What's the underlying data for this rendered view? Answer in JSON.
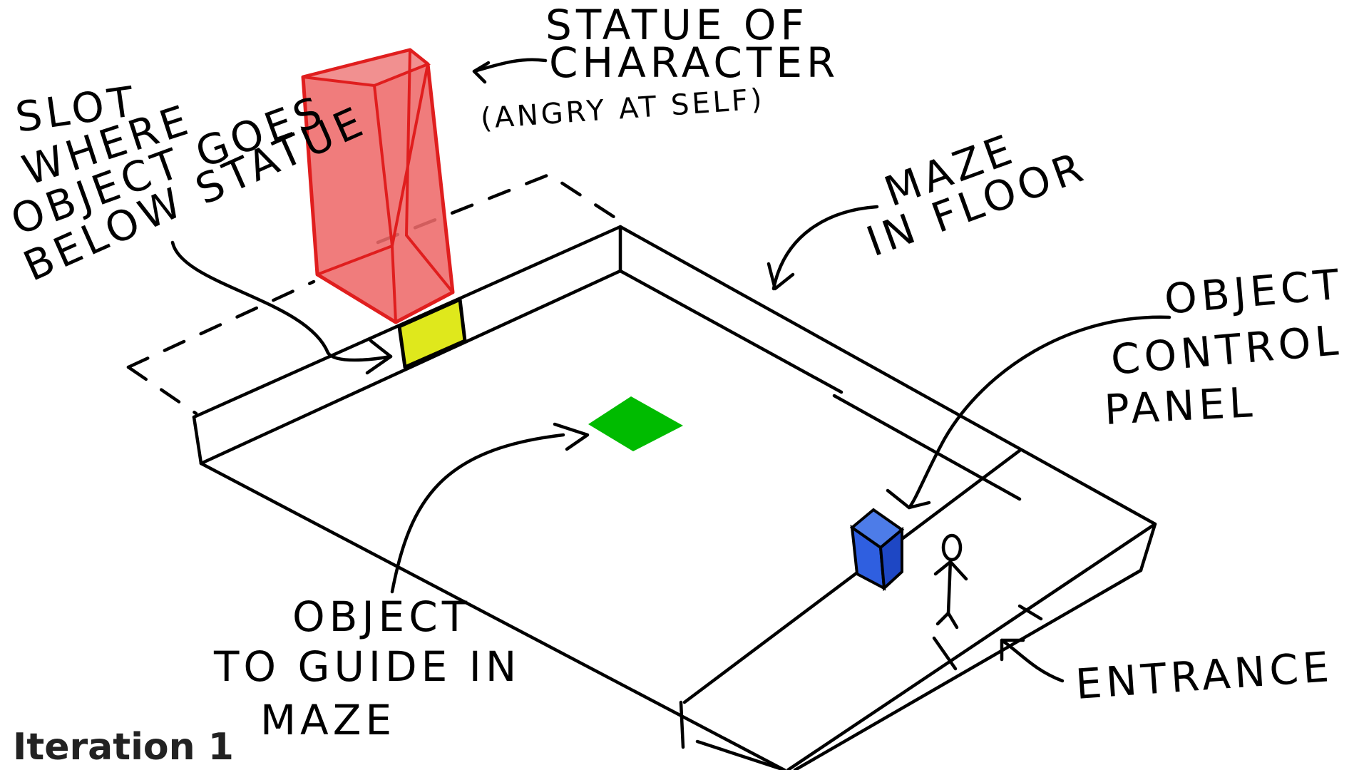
{
  "labels": {
    "statue_line1": "STATUE OF",
    "statue_line2": "CHARACTER",
    "statue_line3": "(ANGRY AT SELF)",
    "slot_line1": "SLOT",
    "slot_line2": "WHERE",
    "slot_line3": "OBJECT GOES",
    "slot_line4": "BELOW STATUE",
    "maze_line1": "MAZE",
    "maze_line2": "IN FLOOR",
    "panel_line1": "OBJECT",
    "panel_line2": "CONTROL",
    "panel_line3": "PANEL",
    "object_line1": "OBJECT",
    "object_line2": "TO GUIDE IN",
    "object_line3": "MAZE",
    "entrance": "ENTRANCE"
  },
  "caption": "Iteration 1",
  "colors": {
    "statue": "#ee6a6a",
    "statue_outline": "#e01e1e",
    "slot": "#dfe81c",
    "object": "#00bb00",
    "control_panel": "#2f5fe0",
    "ink": "#000000"
  }
}
